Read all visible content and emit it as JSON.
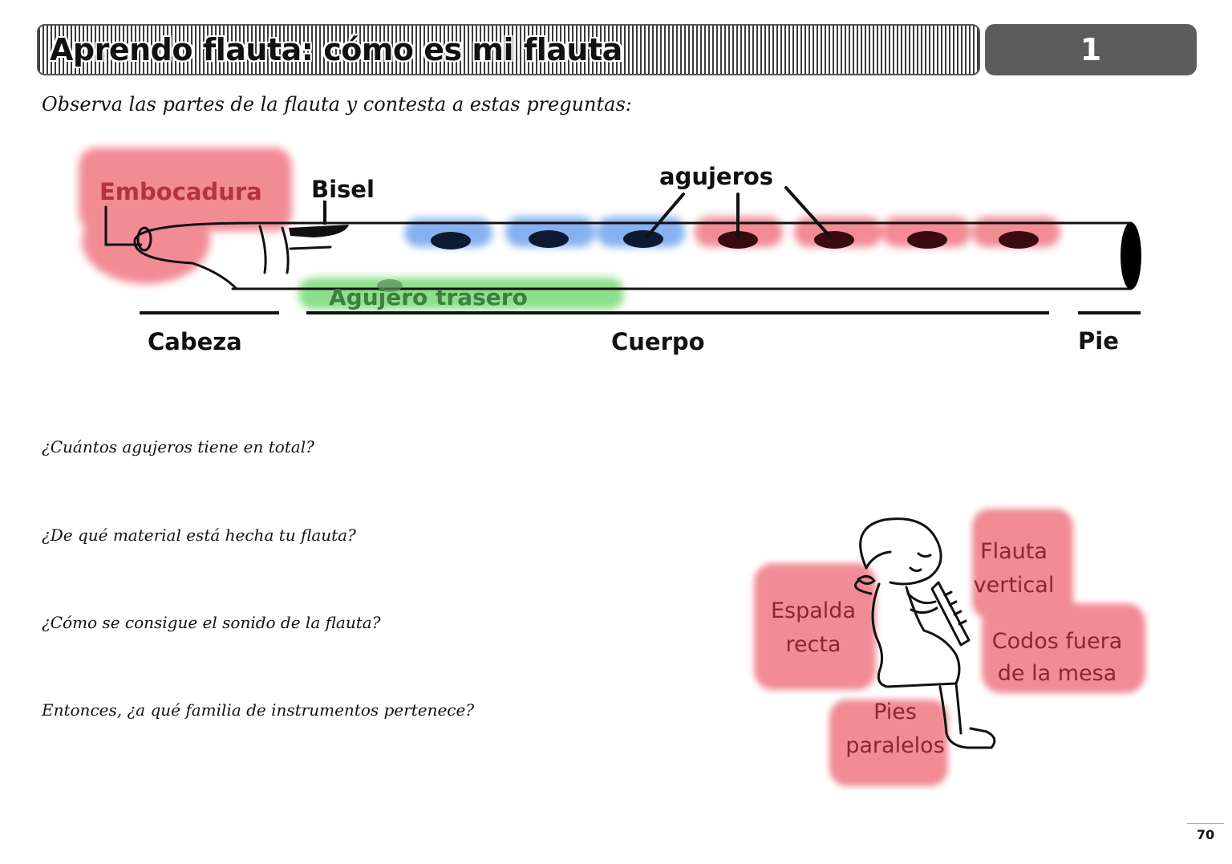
{
  "header": {
    "title": "Aprendo flauta: cómo es mi flauta",
    "unit_number": "1"
  },
  "instructions": "Observa las partes de la flauta y contesta a estas preguntas:",
  "diagram": {
    "labels": {
      "embocadura": "Embocadura",
      "bisel": "Bisel",
      "agujeros": "agujeros",
      "agujero_trasero": "Agujero trasero",
      "cabeza": "Cabeza",
      "cuerpo": "Cuerpo",
      "pie": "Pie"
    },
    "colors": {
      "red": "#f07f89",
      "blue": "#7aa8ee",
      "green": "#7fdc7f",
      "hole_blue": "#0e1a33",
      "hole_red": "#3a0a0e"
    }
  },
  "questions": [
    "¿Cuántos agujeros tiene en total?",
    "¿De qué material está hecha tu flauta?",
    "¿Cómo se consigue el sonido de la flauta?",
    "Entonces, ¿a qué familia de instrumentos pertenece?"
  ],
  "posture": {
    "flauta_line1": "Flauta",
    "flauta_line2": "vertical",
    "espalda_line1": "Espalda",
    "espalda_line2": "recta",
    "codos_line1": "Codos fuera",
    "codos_line2": "de la mesa",
    "pies_line1": "Pies",
    "pies_line2": "paralelos"
  },
  "page_number": "70"
}
